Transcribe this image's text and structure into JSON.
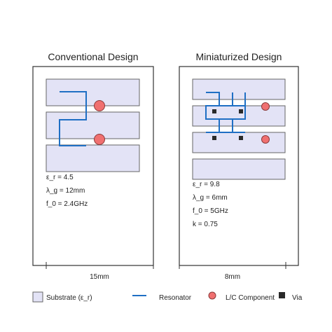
{
  "colors": {
    "substrate_fill": "#e3e3f6",
    "substrate_stroke": "#666666",
    "resonator": "#1f6fc4",
    "lc_component": "#f07070",
    "via": "#2a2a2a",
    "frame": "#333333"
  },
  "panels": [
    {
      "title": "Conventional Design",
      "params": [
        "ε_r = 4.5",
        "λ_g = 12mm",
        "f_0 = 2.4GHz"
      ],
      "dimension": "15mm",
      "substrate_count": 3,
      "lc_component_count": 2,
      "via_count": 0
    },
    {
      "title": "Miniaturized Design",
      "params": [
        "ε_r = 9.8",
        "λ_g = 6mm",
        "f_0 = 5GHz",
        "k = 0.75"
      ],
      "dimension": "8mm",
      "substrate_count": 4,
      "lc_component_count": 2,
      "via_count": 4
    }
  ],
  "legend": {
    "items": [
      {
        "label": "Substrate (ε_r)",
        "icon": "substrate-swatch-icon"
      },
      {
        "label": "Resonator",
        "icon": "resonator-line-icon"
      },
      {
        "label": "L/C Component",
        "icon": "lc-circle-icon"
      },
      {
        "label": "Via",
        "icon": "via-square-icon"
      }
    ]
  }
}
